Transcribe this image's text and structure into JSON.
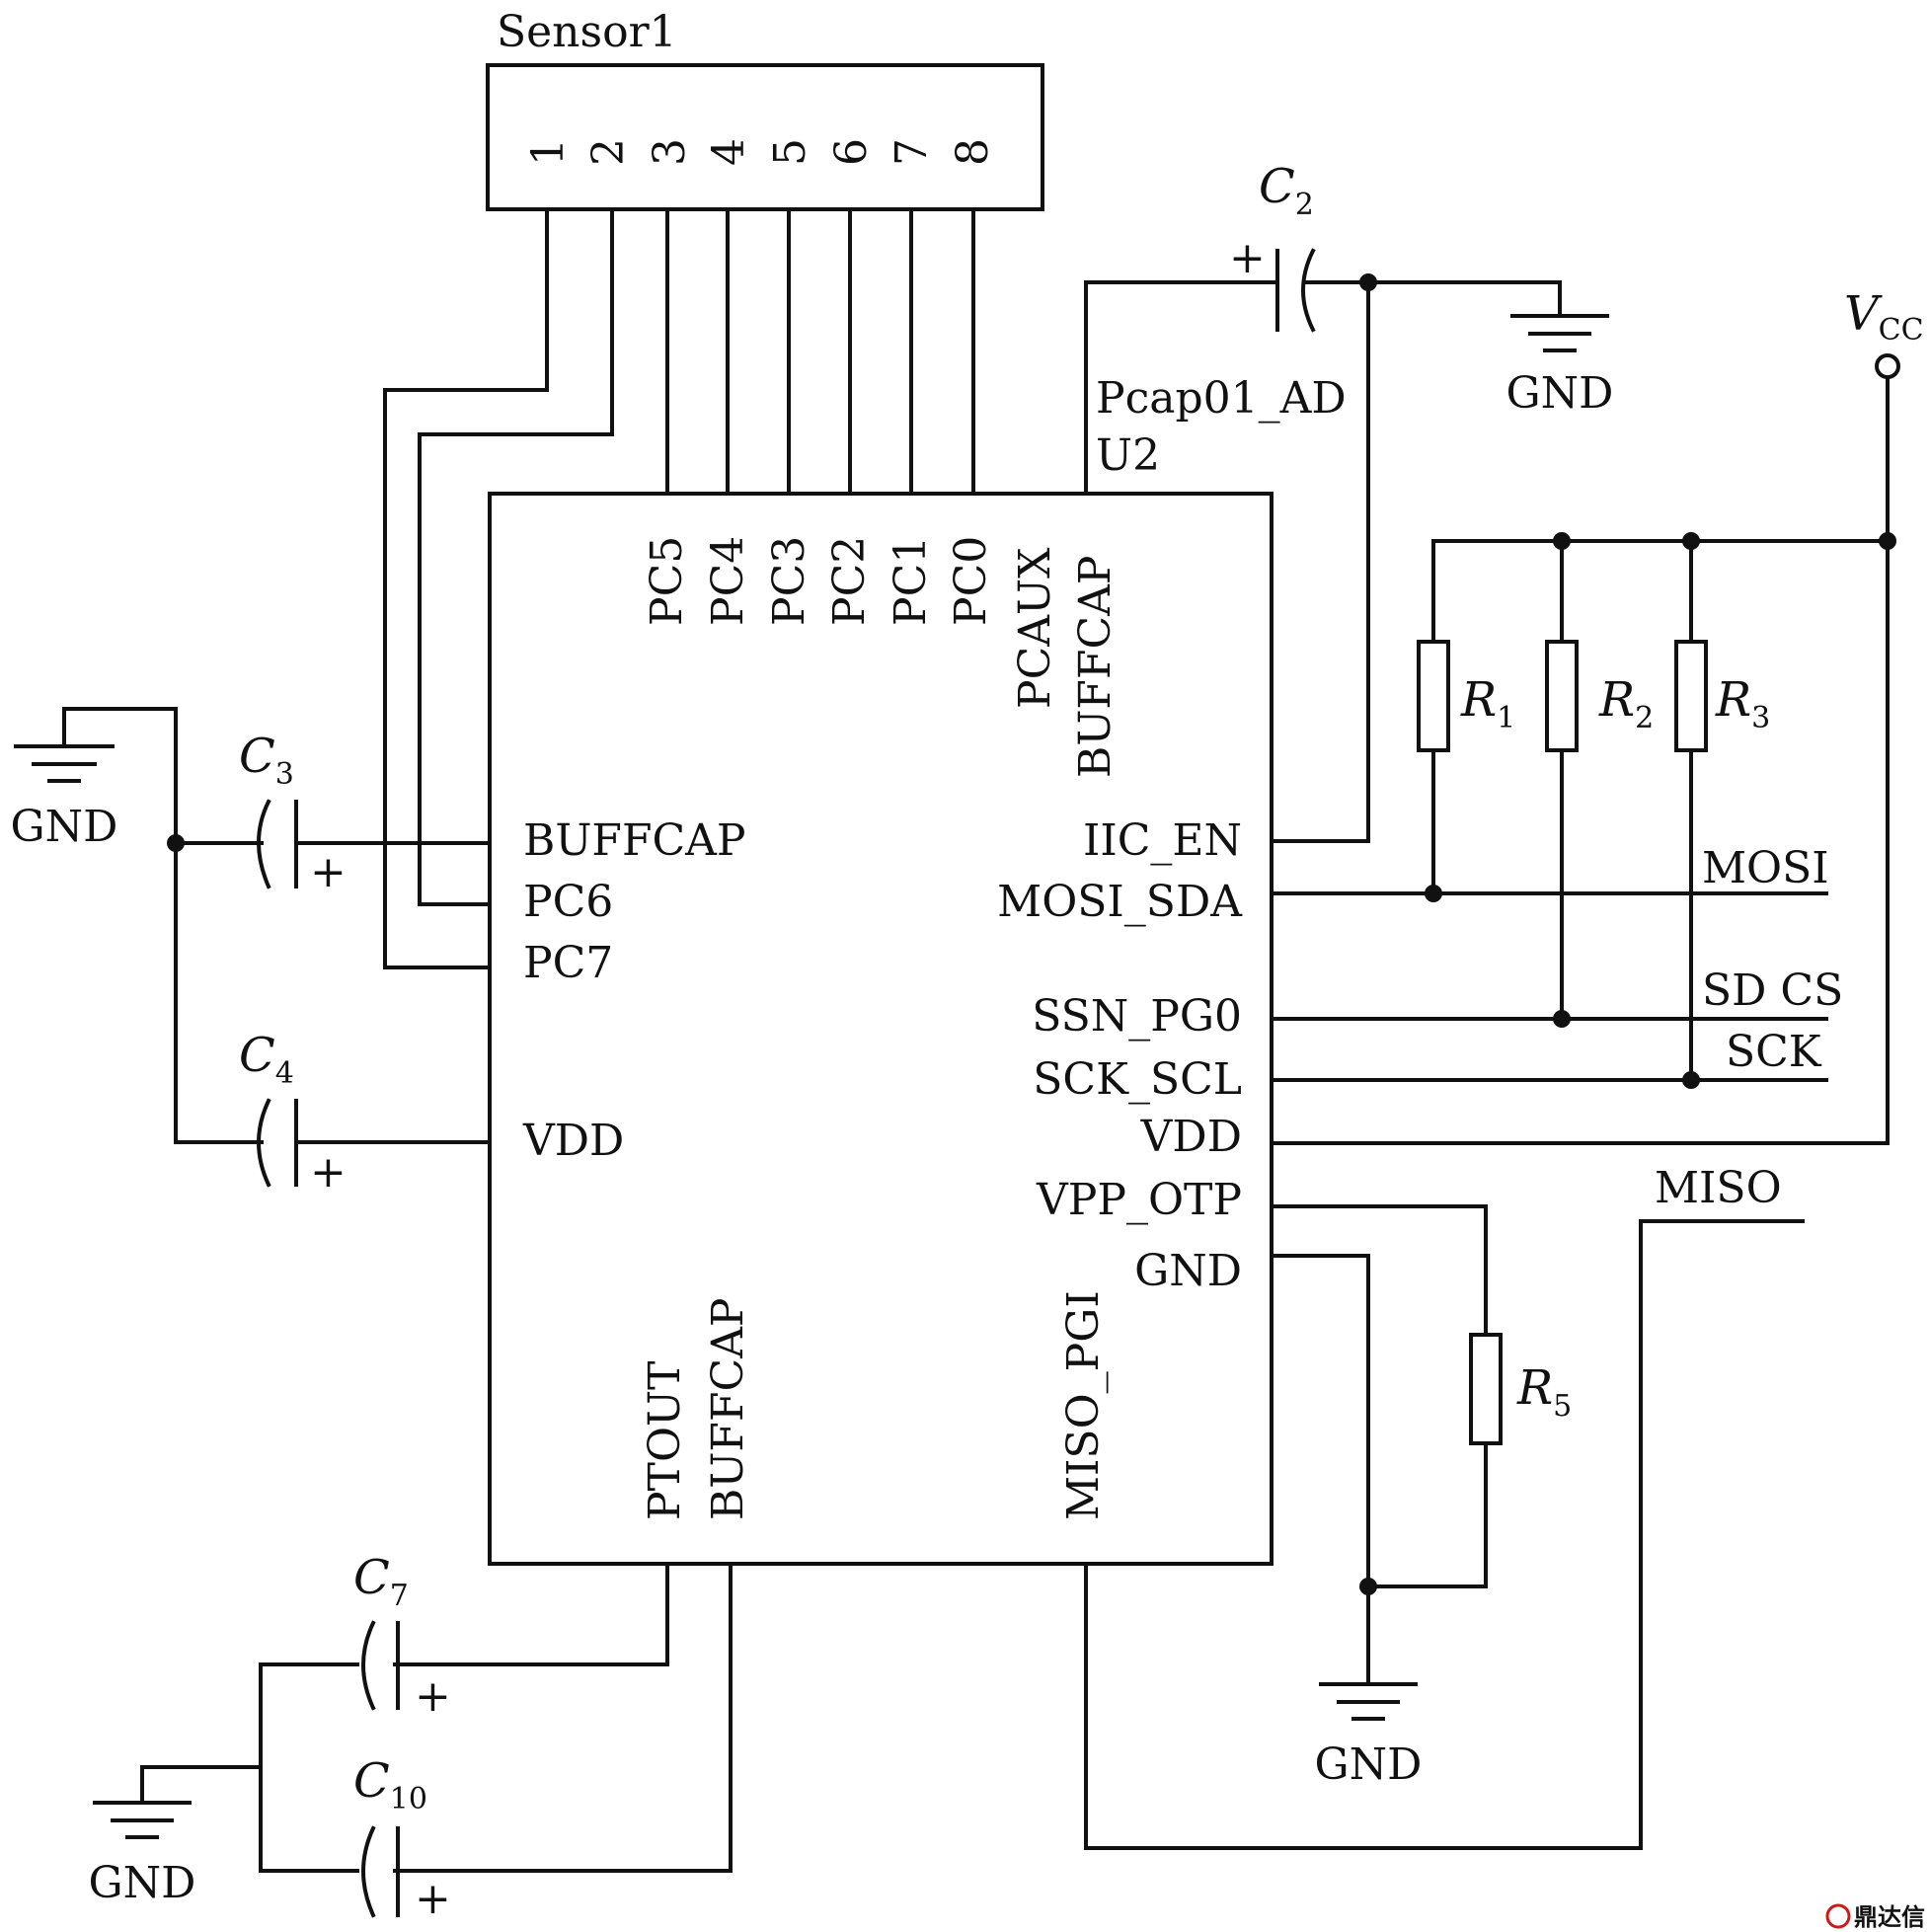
{
  "sensor": {
    "title": "Sensor1",
    "pins": [
      "1",
      "2",
      "3",
      "4",
      "5",
      "6",
      "7",
      "8"
    ]
  },
  "chip": {
    "name": "Pcap01_AD",
    "ref": "U2",
    "top_pins": [
      "PC5",
      "PC4",
      "PC3",
      "PC2",
      "PC1",
      "PC0"
    ],
    "top_pin_pcaux": "PCAUX",
    "top_pin_buffcap": "BUFFCAP",
    "left_pins": [
      "BUFFCAP",
      "PC6",
      "PC7",
      "VDD"
    ],
    "right_pins": [
      "IIC_EN",
      "MOSI_SDA",
      "SSN_PG0",
      "SCK_SCL",
      "VDD",
      "VPP_OTP",
      "GND"
    ],
    "bottom_pins": [
      "PTOUT",
      "BUFFCAP",
      "MISO_PGI"
    ]
  },
  "capacitors": [
    {
      "ref": "C",
      "sub": "2"
    },
    {
      "ref": "C",
      "sub": "3"
    },
    {
      "ref": "C",
      "sub": "4"
    },
    {
      "ref": "C",
      "sub": "7"
    },
    {
      "ref": "C",
      "sub": "10"
    }
  ],
  "resistors": [
    {
      "ref": "R",
      "sub": "1"
    },
    {
      "ref": "R",
      "sub": "2"
    },
    {
      "ref": "R",
      "sub": "3"
    },
    {
      "ref": "R",
      "sub": "5"
    }
  ],
  "power": {
    "vcc_ref": "V",
    "vcc_sub": "CC",
    "gnd_label": "GND",
    "plus_sign": "+"
  },
  "nets": {
    "mosi": "MOSI",
    "sdcs": "SD CS",
    "sck": "SCK",
    "miso": "MISO"
  },
  "watermark": "鼎达信"
}
